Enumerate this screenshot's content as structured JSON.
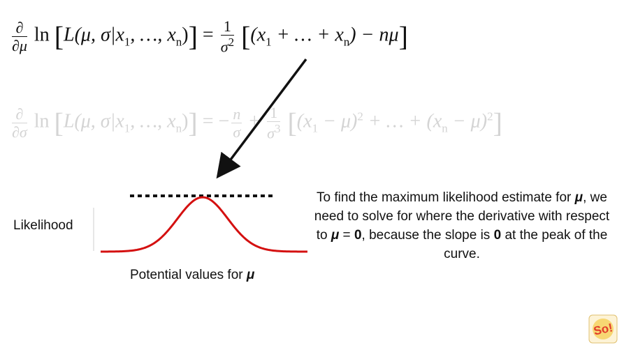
{
  "equation_1": {
    "partial": "∂",
    "wrt_var": "∂μ",
    "ln": "ln",
    "lhs_L": "L(μ, σ|x",
    "lhs_sub1": "1",
    "lhs_mid": ",  …, x",
    "lhs_subn": "n",
    "lhs_close": ")",
    "rhs_num": "1",
    "rhs_den": "σ",
    "rhs_den_sup": "2",
    "rhs_a": "(x",
    "rhs_sub1": "1",
    "rhs_b": " + … + x",
    "rhs_subn": "n",
    "rhs_c": ") − nμ"
  },
  "equation_2": {
    "partial": "∂",
    "wrt_var": "∂σ",
    "ln": "ln",
    "lhs_L": "L(μ, σ|x",
    "lhs_sub1": "1",
    "lhs_mid": ",  …, x",
    "lhs_subn": "n",
    "lhs_close": ")",
    "term1_num": "n",
    "term1_den": "σ",
    "term2_num": "1",
    "term2_den": "σ",
    "term2_den_sup": "3",
    "rhs_a": "(x",
    "rhs_sub1": "1",
    "rhs_b": " − μ)",
    "rhs_sup1": "2",
    "rhs_c": " + … + (x",
    "rhs_subn": "n",
    "rhs_d": " − μ)",
    "rhs_sup2": "2"
  },
  "plot": {
    "y_label": "Likelihood",
    "x_label_prefix": "Potential values for ",
    "x_label_var": "μ",
    "curve_color": "#d41010",
    "tangent_color": "#111111"
  },
  "explanation": {
    "t1": "To find the maximum likelihood estimate for ",
    "mu1": "μ",
    "t2": ", we need to solve for where the derivative with respect to ",
    "mu2": "μ",
    "t3": " = ",
    "zero1": "0",
    "t4": ", because the slope is ",
    "zero2": "0",
    "t5": " at the peak of the curve."
  },
  "logo": {
    "text": "So!",
    "colors": {
      "primary": "#e23b2a",
      "accent": "#f4c431"
    }
  }
}
